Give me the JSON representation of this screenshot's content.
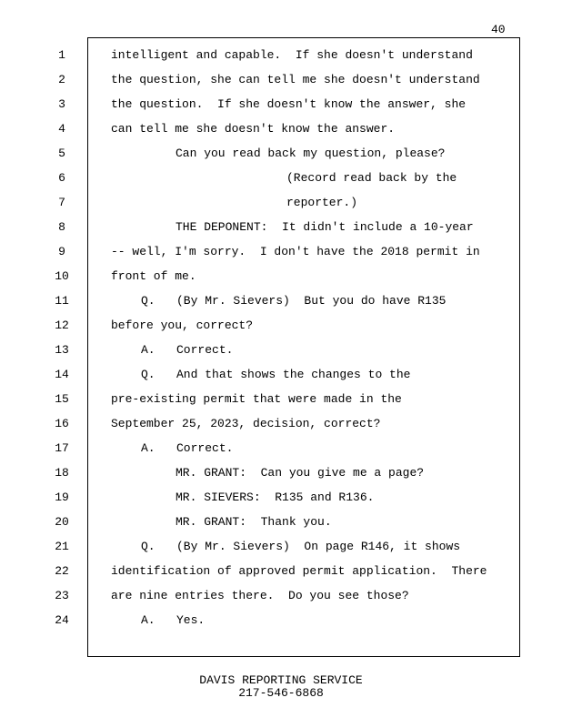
{
  "page_number": "40",
  "lines": [
    {
      "n": "1",
      "text": "intelligent and capable.  If she doesn't understand"
    },
    {
      "n": "2",
      "text": "the question, she can tell me she doesn't understand"
    },
    {
      "n": "3",
      "text": "the question.  If she doesn't know the answer, she"
    },
    {
      "n": "4",
      "text": "can tell me she doesn't know the answer."
    },
    {
      "n": "5",
      "text": "Can you read back my question, please?"
    },
    {
      "n": "6",
      "text": "(Record read back by the"
    },
    {
      "n": "7",
      "text": "reporter.)"
    },
    {
      "n": "8",
      "text": "THE DEPONENT:  It didn't include a 10-year"
    },
    {
      "n": "9",
      "text": "-- well, I'm sorry.  I don't have the 2018 permit in"
    },
    {
      "n": "10",
      "text": "front of me."
    },
    {
      "n": "11",
      "text": "Q.   (By Mr. Sievers)  But you do have R135"
    },
    {
      "n": "12",
      "text": "before you, correct?"
    },
    {
      "n": "13",
      "text": "A.   Correct."
    },
    {
      "n": "14",
      "text": "Q.   And that shows the changes to the"
    },
    {
      "n": "15",
      "text": "pre-existing permit that were made in the"
    },
    {
      "n": "16",
      "text": "September 25, 2023, decision, correct?"
    },
    {
      "n": "17",
      "text": "A.   Correct."
    },
    {
      "n": "18",
      "text": "MR. GRANT:  Can you give me a page?"
    },
    {
      "n": "19",
      "text": "MR. SIEVERS:  R135 and R136."
    },
    {
      "n": "20",
      "text": "MR. GRANT:  Thank you."
    },
    {
      "n": "21",
      "text": "Q.   (By Mr. Sievers)  On page R146, it shows"
    },
    {
      "n": "22",
      "text": "identification of approved permit application.  There"
    },
    {
      "n": "23",
      "text": "are nine entries there.  Do you see those?"
    },
    {
      "n": "24",
      "text": "A.   Yes."
    }
  ],
  "footer": {
    "company": "DAVIS REPORTING SERVICE",
    "phone": "217-546-6868"
  }
}
